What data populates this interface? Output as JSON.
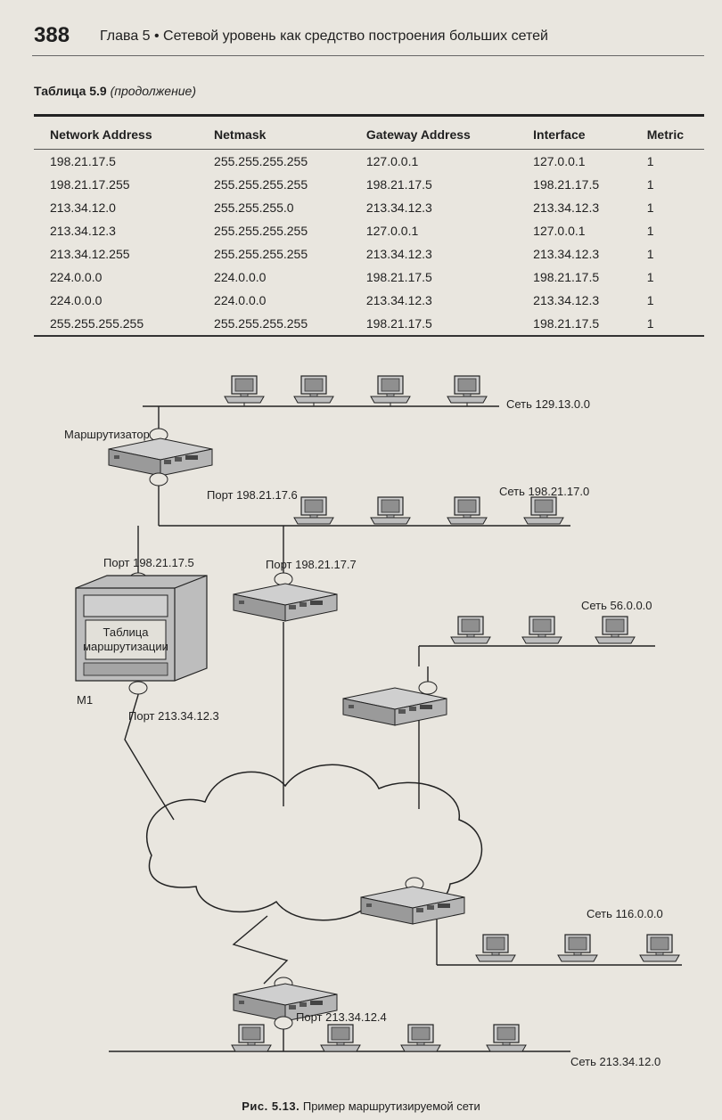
{
  "header": {
    "page_number": "388",
    "running_title": "Глава 5 • Сетевой уровень как средство построения больших сетей"
  },
  "table": {
    "caption_bold": "Таблица 5.9",
    "caption_italic": "(продолжение)",
    "columns": [
      "Network Address",
      "Netmask",
      "Gateway Address",
      "Interface",
      "Metric"
    ],
    "rows": [
      [
        "198.21.17.5",
        "255.255.255.255",
        "127.0.0.1",
        "127.0.0.1",
        "1"
      ],
      [
        "198.21.17.255",
        "255.255.255.255",
        "198.21.17.5",
        "198.21.17.5",
        "1"
      ],
      [
        "213.34.12.0",
        "255.255.255.0",
        "213.34.12.3",
        "213.34.12.3",
        "1"
      ],
      [
        "213.34.12.3",
        "255.255.255.255",
        "127.0.0.1",
        "127.0.0.1",
        "1"
      ],
      [
        "213.34.12.255",
        "255.255.255.255",
        "213.34.12.3",
        "213.34.12.3",
        "1"
      ],
      [
        "224.0.0.0",
        "224.0.0.0",
        "198.21.17.5",
        "198.21.17.5",
        "1"
      ],
      [
        "224.0.0.0",
        "224.0.0.0",
        "213.34.12.3",
        "213.34.12.3",
        "1"
      ],
      [
        "255.255.255.255",
        "255.255.255.255",
        "198.21.17.5",
        "198.21.17.5",
        "1"
      ]
    ]
  },
  "diagram": {
    "router_label": "Маршрутизатор",
    "net_129": "Сеть 129.13.0.0",
    "port_198_6": "Порт 198.21.17.6",
    "net_198": "Сеть 198.21.17.0",
    "port_198_5": "Порт 198.21.17.5",
    "port_198_7": "Порт 198.21.17.7",
    "routing_table_line1": "Таблица",
    "routing_table_line2": "маршрутизации",
    "m1": "М1",
    "port_213_3": "Порт 213.34.12.3",
    "net_56": "Сеть 56.0.0.0",
    "net_116": "Сеть 116.0.0.0",
    "port_213_4": "Порт 213.34.12.4",
    "net_213": "Сеть 213.34.12.0"
  },
  "figure": {
    "number": "Рис. 5.13.",
    "caption": "Пример маршрутизируемой сети"
  }
}
